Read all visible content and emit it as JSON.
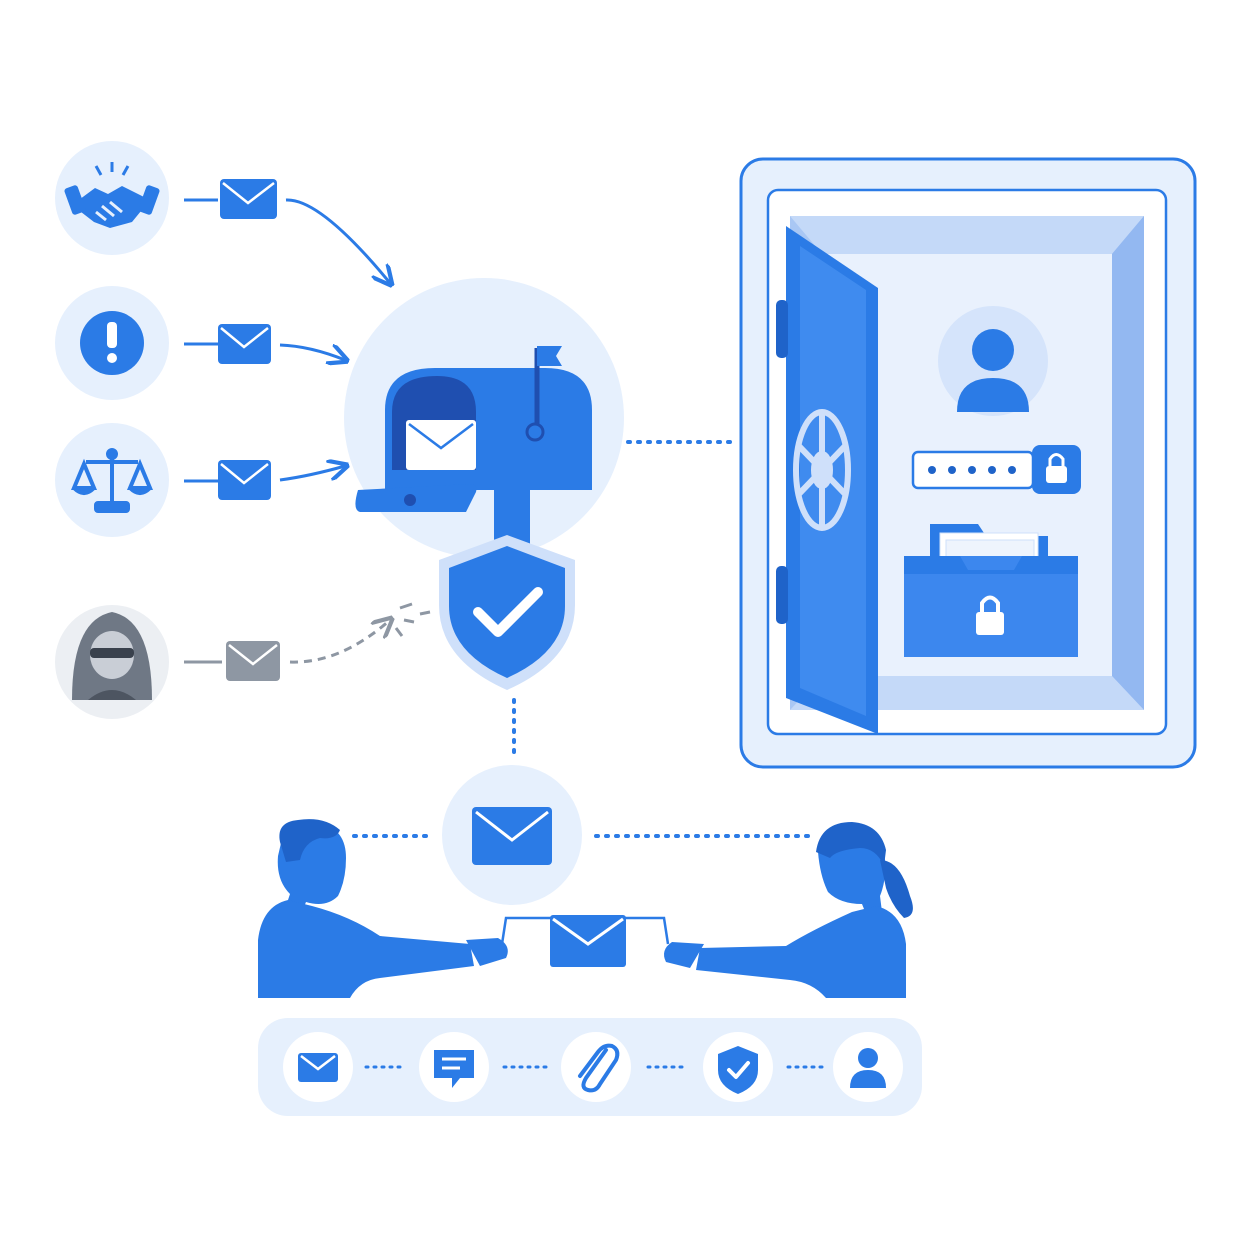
{
  "colors": {
    "primary": "#2b7be6",
    "primary_dark": "#1f63c9",
    "light_circle": "#e6f0fd",
    "pale": "#cfe0fa",
    "grey_icon": "#8e97a3",
    "grey_circle": "#eceff3",
    "background": "#ffffff"
  },
  "senders": [
    {
      "icon": "handshake-icon",
      "style": "trusted"
    },
    {
      "icon": "exclamation-icon",
      "style": "trusted"
    },
    {
      "icon": "scales-icon",
      "style": "trusted"
    },
    {
      "icon": "hacker-icon",
      "style": "blocked"
    }
  ],
  "hub": {
    "icon": "mailbox-icon",
    "shield": "shield-check-icon"
  },
  "vault": {
    "icon": "safe-icon",
    "contents": [
      "user-avatar-icon",
      "password-field",
      "locked-folder-icon"
    ],
    "password_mask": "•••••"
  },
  "exchange": {
    "people": [
      "man-icon",
      "woman-icon"
    ],
    "item": "envelope-icon"
  },
  "feature_bar": {
    "items": [
      {
        "icon": "envelope-icon"
      },
      {
        "icon": "chat-icon"
      },
      {
        "icon": "paperclip-icon"
      },
      {
        "icon": "shield-check-icon"
      },
      {
        "icon": "user-icon"
      }
    ]
  }
}
